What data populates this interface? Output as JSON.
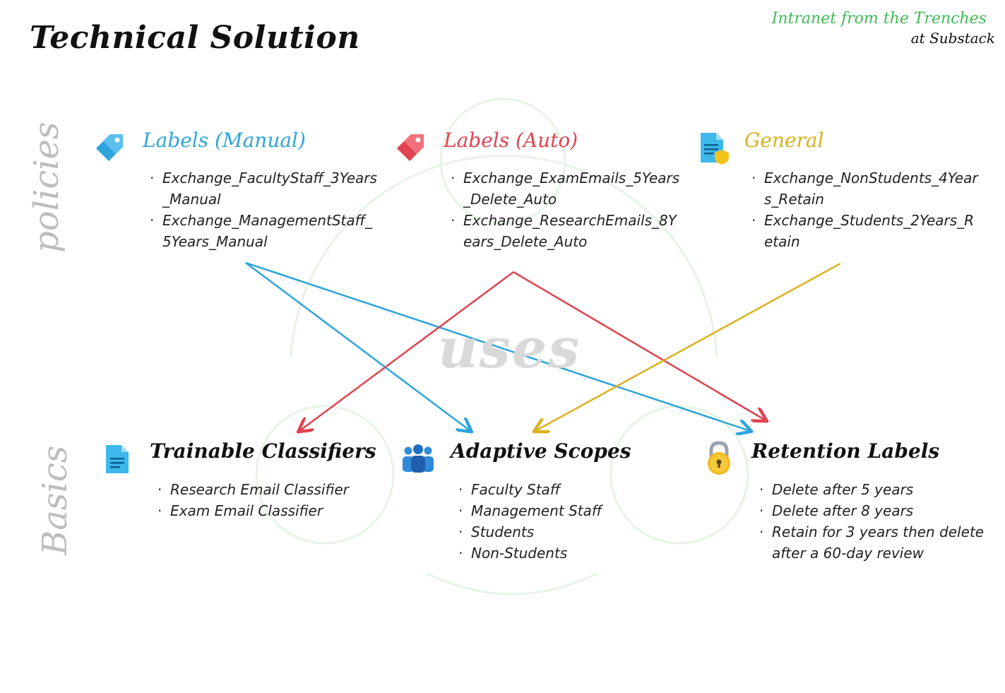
{
  "header": {
    "title": "Technical Solution",
    "brand_line1": "Intranet from the Trenches",
    "brand_line2": "at Substack"
  },
  "side_labels": {
    "top": "policies",
    "bottom": "Basics"
  },
  "center_word": "uses",
  "policies": [
    {
      "heading": "Labels (Manual)",
      "icon": "tag-icon",
      "color": "#2ea4dc",
      "items": [
        "Exchange_FacultyStaff_3Years_Manual",
        "Exchange_ManagementStaff_5Years_Manual"
      ]
    },
    {
      "heading": "Labels (Auto)",
      "icon": "tag-icon",
      "color": "#e0434f",
      "items": [
        "Exchange_ExamEmails_5Years_Delete_Auto",
        "Exchange_ResearchEmails_8Years_Delete_Auto"
      ]
    },
    {
      "heading": "General",
      "icon": "policy-document-icon",
      "color": "#d9b21e",
      "items": [
        "Exchange_NonStudents_4Years_Retain",
        "Exchange_Students_2Years_Retain"
      ]
    }
  ],
  "basics": [
    {
      "heading": "Trainable Classifiers",
      "icon": "document-icon",
      "items": [
        "Research Email Classifier",
        "Exam Email Classifier"
      ]
    },
    {
      "heading": "Adaptive Scopes",
      "icon": "people-icon",
      "items": [
        "Faculty Staff",
        "Management Staff",
        "Students",
        "Non-Students"
      ]
    },
    {
      "heading": "Retention Labels",
      "icon": "lock-icon",
      "items": [
        "Delete after 5 years",
        "Delete after 8 years",
        "Retain for 3 years then delete after a 60-day review"
      ]
    }
  ],
  "connections": [
    {
      "from": "Labels (Manual)",
      "to": "Adaptive Scopes",
      "color": "#2ea4dc"
    },
    {
      "from": "Labels (Manual)",
      "to": "Retention Labels",
      "color": "#2ea4dc"
    },
    {
      "from": "Labels (Auto)",
      "to": "Trainable Classifiers",
      "color": "#e0434f"
    },
    {
      "from": "Labels (Auto)",
      "to": "Retention Labels",
      "color": "#e0434f"
    },
    {
      "from": "General",
      "to": "Adaptive Scopes",
      "color": "#d9b21e"
    }
  ]
}
